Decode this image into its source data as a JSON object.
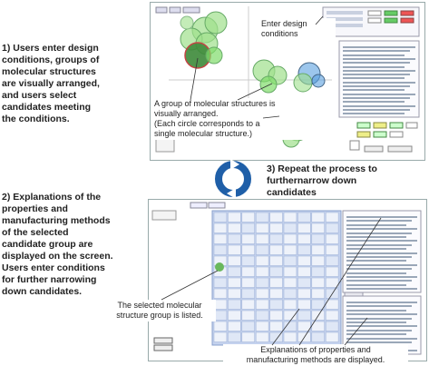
{
  "steps": [
    {
      "id": "step1",
      "text": "1) Users enter design\nconditions, groups of\nmolecular structures\nare visually arranged,\nand users select\ncandidates meeting\nthe conditions."
    },
    {
      "id": "step2",
      "text": "2) Explanations of the\nproperties and\nmanufacturing methods\nof the selected\ncandidate group are\ndisplayed on the screen.\nUsers enter conditions\nfor further narrowing\ndown candidates."
    },
    {
      "id": "step3",
      "text": "3) Repeat the process to\nfurthernarrow down\ncandidates"
    }
  ],
  "callouts": {
    "enter_design": "Enter design\nconditions",
    "group_arranged": "A group of molecular structures is\nvisually arranged.\n(Each circle corresponds to a\nsingle molecular structure.)",
    "selected_group": "The selected molecular\nstructure group is listed.",
    "explanations": "Explanations of properties and\nmanufacturing methods are displayed."
  },
  "colors": {
    "cycle_arrow": "#1f5fa8",
    "circle_green": "#7fdc6a",
    "circle_dark_green": "#3d8a3a",
    "circle_blue": "#5aa0e0",
    "selection_red": "#c44444",
    "list_blue": "#b8c8e6"
  }
}
